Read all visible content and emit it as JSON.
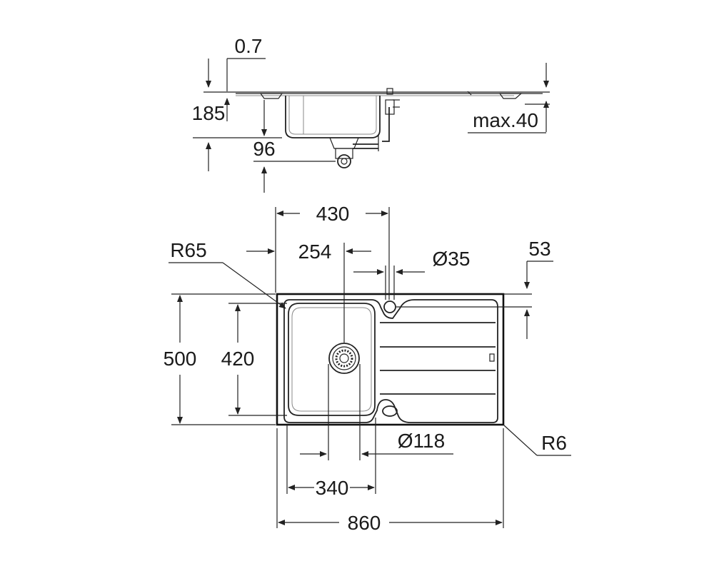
{
  "colors": {
    "line": "#222222",
    "background": "#ffffff"
  },
  "side_view": {
    "dims": {
      "thickness": "0.7",
      "depth": "185",
      "drain_height": "96",
      "max_counter": "max.40"
    }
  },
  "top_view": {
    "dims": {
      "width_half": "430",
      "bowl_center": "254",
      "tap_hole": "Ø35",
      "tap_offset": "53",
      "corner_radius_inner": "R65",
      "height_total": "500",
      "bowl_height": "420",
      "drain_diameter": "Ø118",
      "corner_radius_outer": "R6",
      "bowl_width": "340",
      "width_total": "860"
    }
  }
}
